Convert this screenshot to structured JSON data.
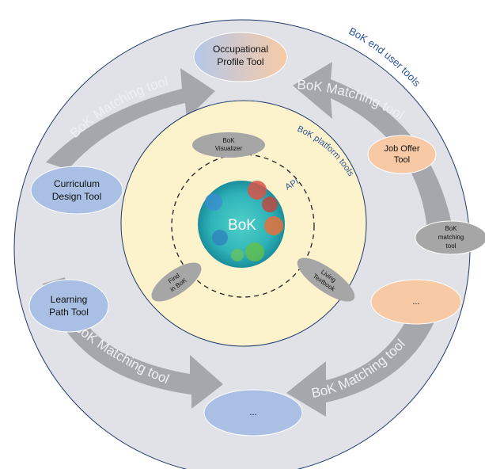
{
  "labels": {
    "end_user_ring": "BoK end user tools",
    "platform_ring": "BoK platform tools",
    "api": "API",
    "center": "BoK"
  },
  "end_user_tools": {
    "occupational_profile": [
      "Occupational",
      "Profile  Tool"
    ],
    "job_offer": [
      "Job Offer",
      "Tool"
    ],
    "curriculum_design": [
      "Curriculum",
      "Design Tool"
    ],
    "learning_path": [
      "Learning",
      "Path Tool"
    ],
    "more_right": "...",
    "more_bottom": "..."
  },
  "platform_tools": {
    "visualizer": [
      "BoK",
      "Visualizer"
    ],
    "matching": [
      "BoK",
      "matching",
      "tool"
    ],
    "find": [
      "Find",
      "in BoK"
    ],
    "living_textbook": [
      "Living",
      "Textbook"
    ]
  },
  "arrows": {
    "top_left": "BoK Matching tool",
    "top_right": "BoK Matching tool",
    "bottom_left": "BoK Matching tool",
    "bottom_right": "BoK Matching tool"
  },
  "colors": {
    "outer_ring": "#e1e2e7",
    "inner_ring": "#fcf2cc",
    "arrow": "#a5a7ad",
    "blue_node": "#a9bfe3",
    "orange_node": "#f7c9a4",
    "gray_node": "#a6a6a6",
    "label_blue": "#2e5597",
    "core": "#35b3b6"
  }
}
